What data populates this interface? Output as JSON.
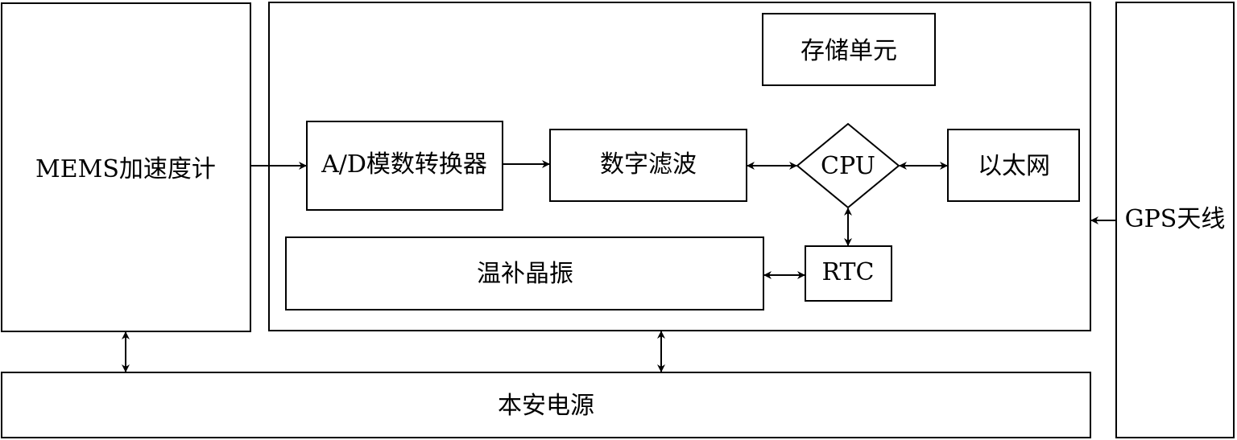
{
  "colors": {
    "stroke": "#000000",
    "background": "#ffffff"
  },
  "blocks": {
    "mems": "MEMS加速度计",
    "adc": "A/D模数转换器",
    "filter": "数字滤波",
    "cpu": "CPU",
    "ethernet": "以太网",
    "storage": "存储单元",
    "rtc": "RTC",
    "oscillator": "温补晶振",
    "power": "本安电源",
    "gps": "GPS天线"
  }
}
